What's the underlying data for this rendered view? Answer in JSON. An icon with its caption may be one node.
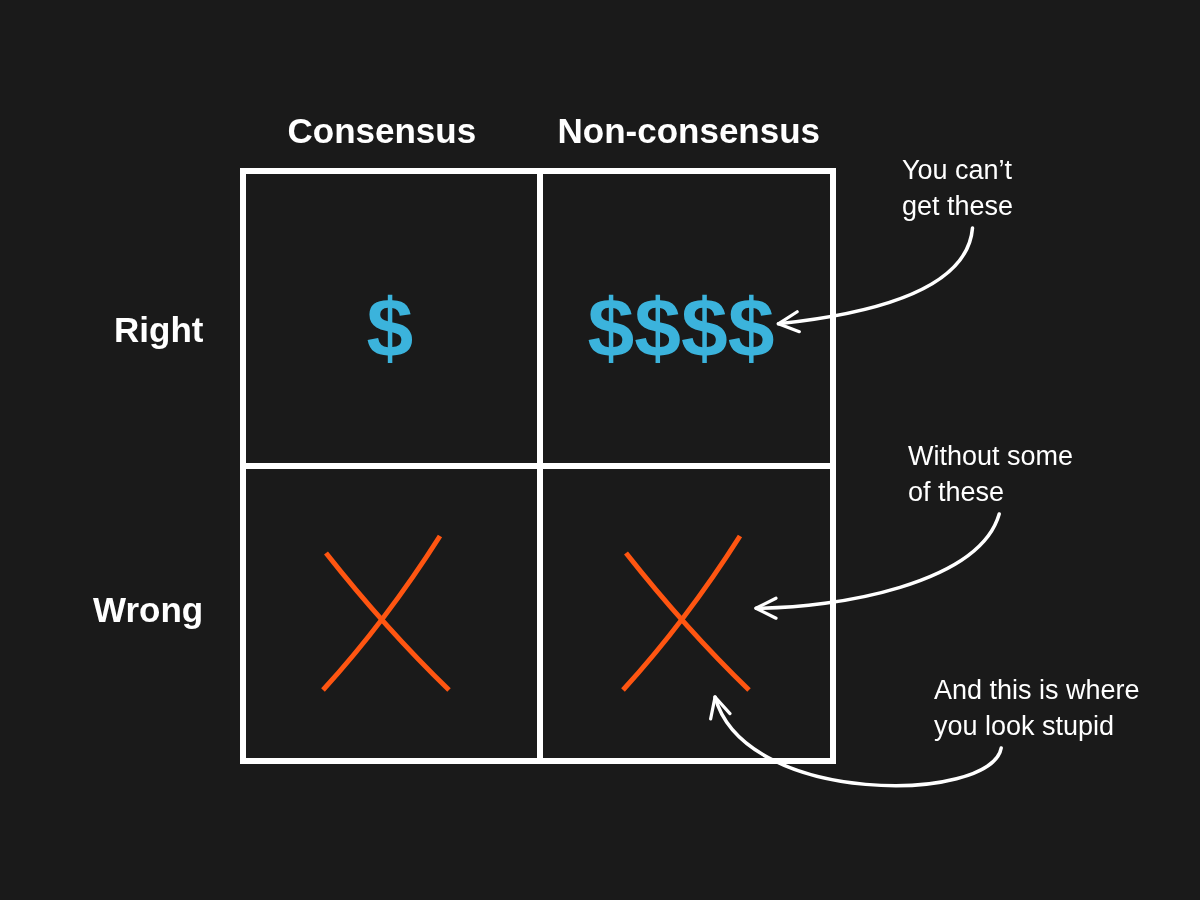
{
  "diagram": {
    "nodes": [
      {
        "text": [
          "$"
        ]
      },
      {
        "text": [
          "$$$$"
        ]
      },
      {
        "text": [],
        "shape": "cross"
      },
      {
        "text": [],
        "shape": "cross"
      },
      {
        "text": [
          "You can’t get these"
        ]
      },
      {
        "text": [
          "Without some of these"
        ]
      },
      {
        "text": [
          "And this is where you look stupid"
        ]
      }
    ],
    "edges": [
      {
        "from": 4,
        "to": 1,
        "arrow": "to"
      },
      {
        "from": 5,
        "to": 3,
        "arrow": "to"
      },
      {
        "from": 6,
        "to": 3,
        "arrow": "to"
      }
    ],
    "labels": [
      "Consensus",
      "Non-consensus",
      "Right",
      "Wrong"
    ]
  }
}
